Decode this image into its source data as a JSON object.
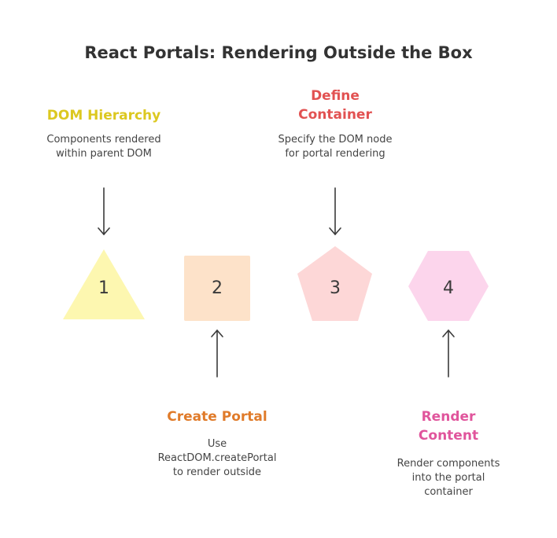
{
  "title": "React Portals: Rendering Outside the Box",
  "steps": [
    {
      "number": "1",
      "heading": [
        "DOM Hierarchy"
      ],
      "description": [
        "Components rendered",
        "within parent DOM"
      ],
      "color": "#dcc820",
      "fill": "#fdf7b0",
      "shape": "triangle"
    },
    {
      "number": "2",
      "heading": [
        "Create Portal"
      ],
      "description": [
        "Use",
        "ReactDOM.createPortal",
        "to render outside"
      ],
      "color": "#e07b2a",
      "fill": "#fde2c9",
      "shape": "square"
    },
    {
      "number": "3",
      "heading": [
        "Define",
        "Container"
      ],
      "description": [
        "Specify the DOM node",
        "for portal rendering"
      ],
      "color": "#e25252",
      "fill": "#fdd7d7",
      "shape": "pentagon"
    },
    {
      "number": "4",
      "heading": [
        "Render",
        "Content"
      ],
      "description": [
        "Render components",
        "into the portal",
        "container"
      ],
      "color": "#e0559c",
      "fill": "#fcd5ec",
      "shape": "hexagon"
    }
  ]
}
